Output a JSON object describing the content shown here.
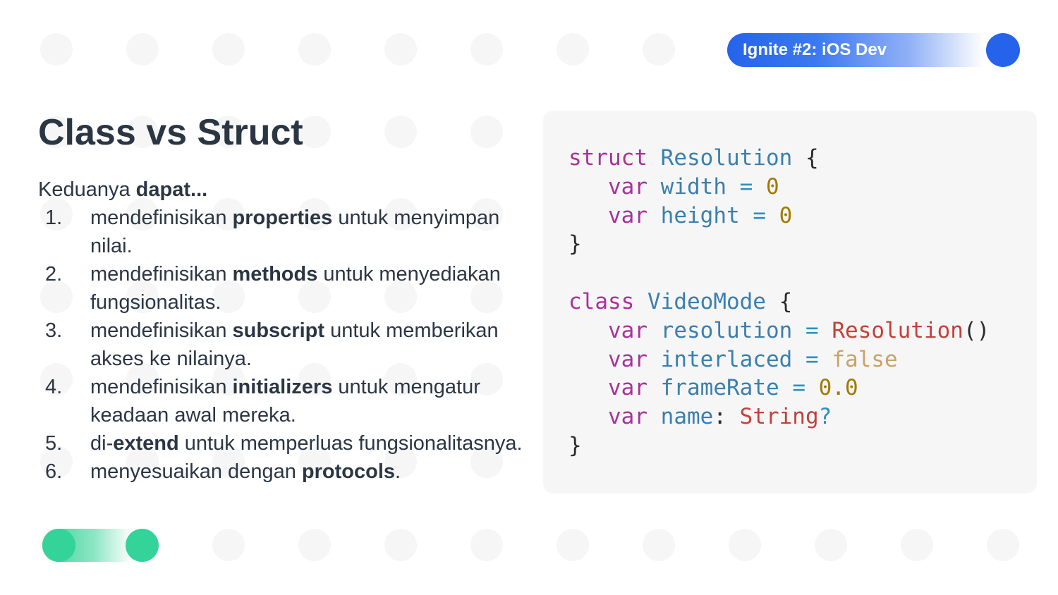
{
  "badge": {
    "label": "Ignite #2: iOS Dev"
  },
  "title": "Class vs Struct",
  "intro": {
    "text": "Keduanya ",
    "bold": "dapat..."
  },
  "items": [
    {
      "num": "1.",
      "pre": "mendefinisikan ",
      "bold": "properties",
      "post": " untuk menyimpan nilai."
    },
    {
      "num": "2.",
      "pre": "mendefinisikan ",
      "bold": "methods",
      "post": " untuk menyediakan fungsionalitas."
    },
    {
      "num": "3.",
      "pre": "mendefinisikan ",
      "bold": "subscript",
      "post": " untuk memberikan akses ke nilainya."
    },
    {
      "num": "4.",
      "pre": "mendefinisikan ",
      "bold": "initializers",
      "post": " untuk mengatur keadaan awal mereka."
    },
    {
      "num": "5.",
      "pre": "di-",
      "bold": "extend",
      "post": " untuk memperluas fungsionalitasnya."
    },
    {
      "num": "6.",
      "pre": "menyesuaikan dengan ",
      "bold": "protocols",
      "post": "."
    }
  ],
  "code_lines": [
    [
      [
        "kw",
        "struct"
      ],
      [
        "",
        " "
      ],
      [
        "id",
        "Resolution"
      ],
      [
        "",
        " {"
      ]
    ],
    [
      [
        "",
        "   "
      ],
      [
        "kw",
        "var"
      ],
      [
        "",
        " "
      ],
      [
        "id",
        "width"
      ],
      [
        "",
        " "
      ],
      [
        "op",
        "="
      ],
      [
        "",
        " "
      ],
      [
        "num0",
        "0"
      ]
    ],
    [
      [
        "",
        "   "
      ],
      [
        "kw",
        "var"
      ],
      [
        "",
        " "
      ],
      [
        "id",
        "height"
      ],
      [
        "",
        " "
      ],
      [
        "op",
        "="
      ],
      [
        "",
        " "
      ],
      [
        "num0",
        "0"
      ]
    ],
    [
      [
        "",
        "}"
      ]
    ],
    [
      [
        "",
        " "
      ]
    ],
    [
      [
        "kw",
        "class"
      ],
      [
        "",
        " "
      ],
      [
        "id",
        "VideoMode"
      ],
      [
        "",
        " {"
      ]
    ],
    [
      [
        "",
        "   "
      ],
      [
        "kw",
        "var"
      ],
      [
        "",
        " "
      ],
      [
        "id",
        "resolution"
      ],
      [
        "",
        " "
      ],
      [
        "op",
        "="
      ],
      [
        "",
        " "
      ],
      [
        "ty",
        "Resolution"
      ],
      [
        "",
        "()"
      ]
    ],
    [
      [
        "",
        "   "
      ],
      [
        "kw",
        "var"
      ],
      [
        "",
        " "
      ],
      [
        "id",
        "interlaced"
      ],
      [
        "",
        " "
      ],
      [
        "op",
        "="
      ],
      [
        "",
        " "
      ],
      [
        "fls",
        "false"
      ]
    ],
    [
      [
        "",
        "   "
      ],
      [
        "kw",
        "var"
      ],
      [
        "",
        " "
      ],
      [
        "id",
        "frameRate"
      ],
      [
        "",
        " "
      ],
      [
        "op",
        "="
      ],
      [
        "",
        " "
      ],
      [
        "num0",
        "0.0"
      ]
    ],
    [
      [
        "",
        "   "
      ],
      [
        "kw",
        "var"
      ],
      [
        "",
        " "
      ],
      [
        "id",
        "name"
      ],
      [
        "",
        ": "
      ],
      [
        "ty",
        "String"
      ],
      [
        "op",
        "?"
      ]
    ],
    [
      [
        "",
        "}"
      ]
    ]
  ],
  "colors": {
    "accent_blue": "#2563eb",
    "accent_green": "#34d399",
    "title": "#2b3645",
    "code_keyword": "#a8329b",
    "code_identifier": "#3a7fb0",
    "code_number": "#a07a00",
    "code_type": "#c4403a"
  }
}
